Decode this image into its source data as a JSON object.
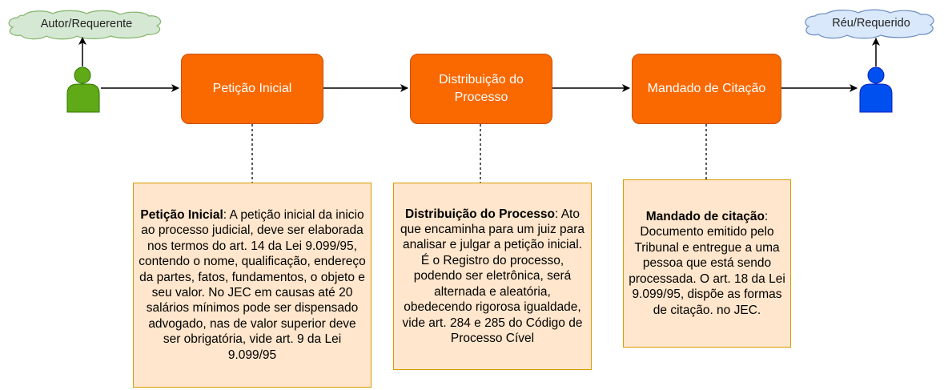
{
  "actors": {
    "author": {
      "label": "Autor/Requerente",
      "color": "#60a917",
      "cloud_color": "#d5e8d4",
      "cloud_border": "#82b366"
    },
    "defendant": {
      "label": "Réu/Requerido",
      "color": "#0050ef",
      "cloud_color": "#dae8fc",
      "cloud_border": "#6c8ebf"
    }
  },
  "process": [
    {
      "label": "Petição Inicial"
    },
    {
      "label": "Distribuição do Processo"
    },
    {
      "label": "Mandado de Citação"
    }
  ],
  "notes": [
    {
      "title": "Petição Inicial",
      "text": ": A petição inicial da inicio ao processo judicial, deve ser elaborada nos termos do art. 14 da Lei 9.099/95, contendo o nome, qualificação, endereço da partes, fatos, fundamentos, o objeto e seu valor. No JEC em causas até 20 salários mínimos pode ser dispensado advogado, nas de valor superior deve ser obrigatória, vide art. 9 da Lei 9.099/95"
    },
    {
      "title": "Distribuição do Processo",
      "text": ": Ato que encaminha para um juiz para analisar e julgar a petição inicial. É o Registro do processo, podendo ser eletrônica, será alternada e aleatória, obedecendo rigorosa igualdade, vide art. 284 e 285 do Código de Processo Cível"
    },
    {
      "title": "Mandado de citação",
      "text": ": Documento emitido pelo Tribunal e entregue a uma pessoa que está sendo processada. O art. 18 da Lei 9.099/95, dispõe as formas de citação. no JEC."
    }
  ],
  "colors": {
    "process_fill": "#fa6800",
    "process_border": "#c75000",
    "note_fill": "#ffe6cc",
    "note_border": "#d79b00",
    "edge": "#000000"
  }
}
